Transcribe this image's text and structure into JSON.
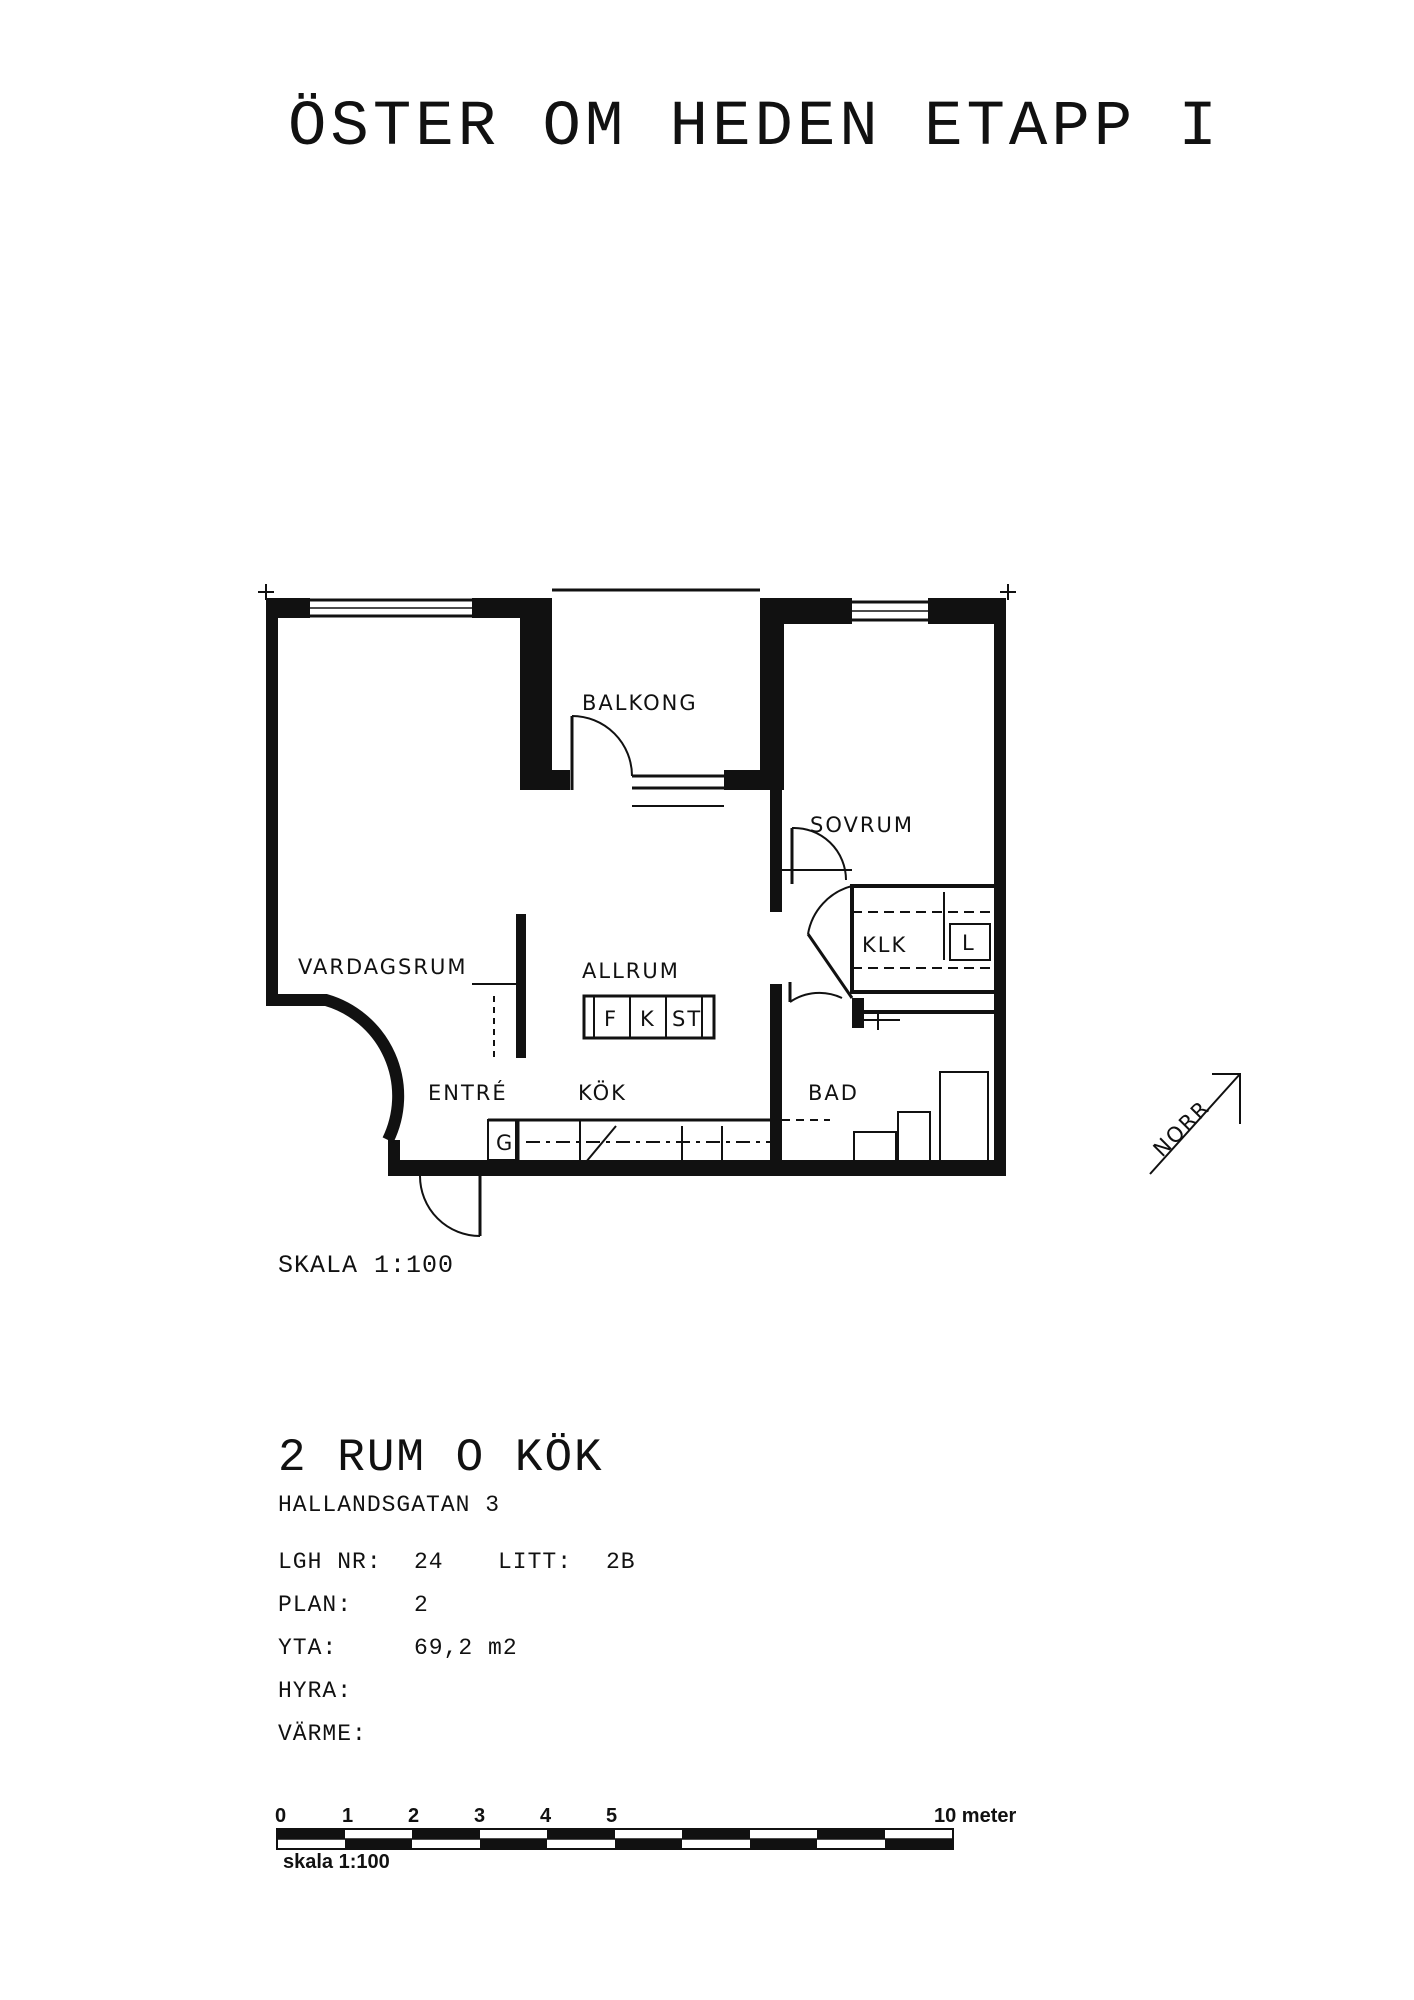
{
  "header": {
    "title": "ÖSTER OM HEDEN ETAPP I"
  },
  "plan": {
    "rooms": {
      "balkong": "BALKONG",
      "sovrum": "SOVRUM",
      "vardagsrum": "VARDAGSRUM",
      "allrum": "ALLRUM",
      "klk": "KLK",
      "l": "L",
      "entre": "ENTRÉ",
      "kok": "KÖK",
      "bad": "BAD",
      "g": "G"
    },
    "fixtures": [
      "F",
      "K",
      "ST"
    ],
    "north_label": "NORR"
  },
  "scale_label": "SKALA 1:100",
  "apartment": {
    "type": "2 RUM O KÖK",
    "address": "HALLANDSGATAN 3",
    "lgh_label": "LGH NR:",
    "lgh_value": "24",
    "litt_label": "LITT:",
    "litt_value": "2B",
    "plan_label": "PLAN:",
    "plan_value": "2",
    "yta_label": "YTA:",
    "yta_value": "69,2 m2",
    "hyra_label": "HYRA:",
    "varme_label": "VÄRME:"
  },
  "scale_bar": {
    "ticks": [
      "0",
      "1",
      "2",
      "3",
      "4",
      "5"
    ],
    "end_label": "10 meter",
    "caption": "skala 1:100"
  }
}
